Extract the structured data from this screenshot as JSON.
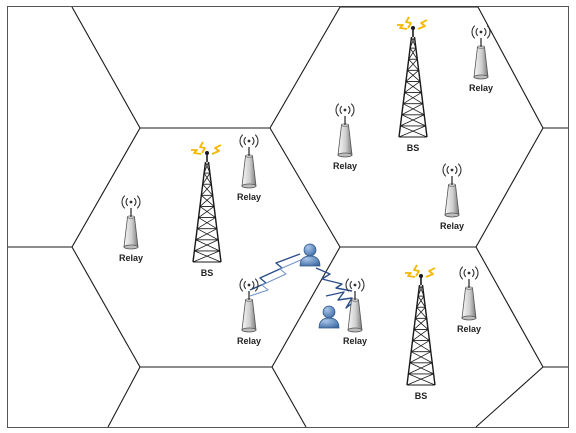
{
  "colors": {
    "cell_border": "#1a1a1a",
    "tower": "#1a1a1a",
    "relay_body_light": "#f2f2f2",
    "relay_body_dark": "#8a8a8a",
    "lightning": "#f5b800",
    "user": "#4f7fb8",
    "link": "#2b4f8a"
  },
  "icons": [
    "base-station-tower-icon",
    "relay-antenna-icon",
    "mobile-user-icon",
    "wireless-link-icon",
    "signal-waves-icon"
  ],
  "base_stations": [
    {
      "id": "bs-center",
      "label": "BS"
    },
    {
      "id": "bs-top-right",
      "label": "BS"
    },
    {
      "id": "bs-bottom-right",
      "label": "BS"
    }
  ],
  "relays": [
    {
      "id": "relay-left",
      "label": "Relay"
    },
    {
      "id": "relay-center-top",
      "label": "Relay"
    },
    {
      "id": "relay-middle",
      "label": "Relay"
    },
    {
      "id": "relay-top-corner",
      "label": "Relay"
    },
    {
      "id": "relay-right-mid",
      "label": "Relay"
    },
    {
      "id": "relay-bottom-left",
      "label": "Relay"
    },
    {
      "id": "relay-bottom-center",
      "label": "Relay"
    },
    {
      "id": "relay-bottom-right",
      "label": "Relay"
    }
  ],
  "users": [
    {
      "id": "user-upper"
    },
    {
      "id": "user-lower"
    }
  ]
}
